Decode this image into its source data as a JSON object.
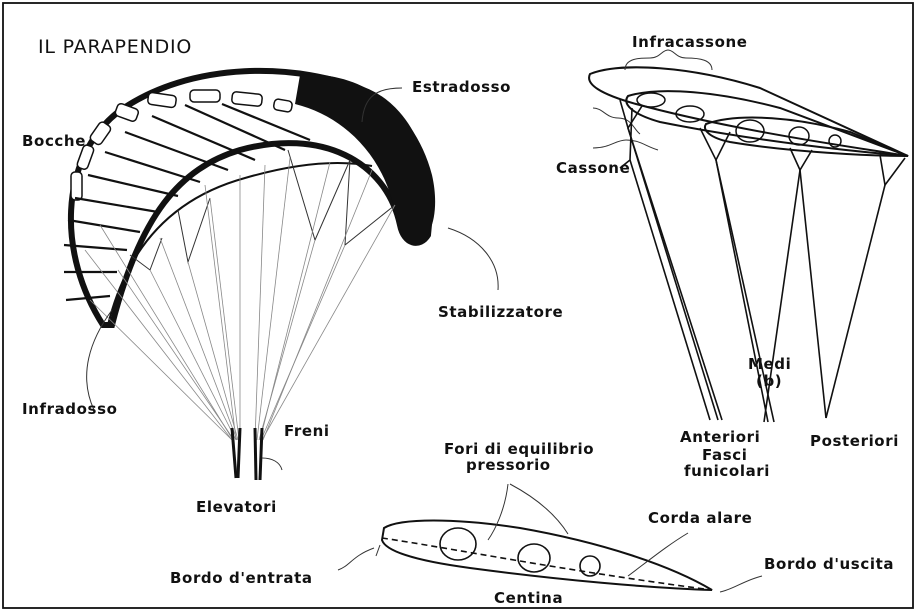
{
  "title": "IL PARAPENDIO",
  "labels": {
    "estradosso": "Estradosso",
    "bocche": "Bocche",
    "stabilizzatore": "Stabilizzatore",
    "infradosso": "Infradosso",
    "freni": "Freni",
    "elevatori": "Elevatori",
    "infracassone": "Infracassone",
    "cassone": "Cassone",
    "medi_1": "Medi",
    "medi_2": "(b)",
    "anteriori": "Anteriori",
    "posteriori": "Posteriori",
    "fasci_1": "Fasci",
    "fasci_2": "funicolari",
    "fori_1": "Fori di equilibrio",
    "fori_2": "pressorio",
    "corda_alare": "Corda alare",
    "bordo_entrata": "Bordo d'entrata",
    "bordo_uscita": "Bordo d'uscita",
    "centina": "Centina"
  }
}
